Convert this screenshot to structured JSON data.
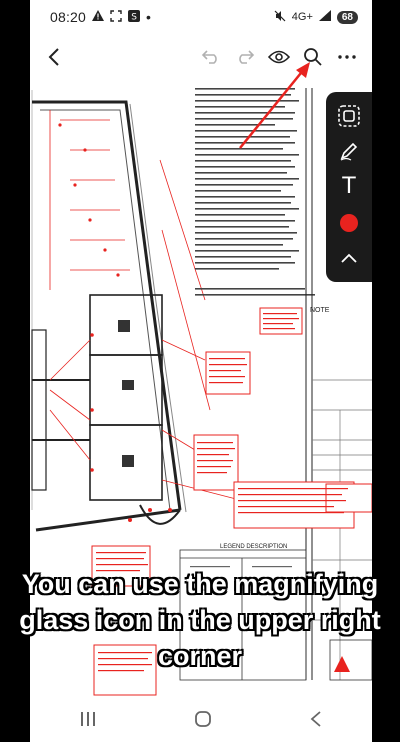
{
  "statusbar": {
    "time": "08:20",
    "icons_left": [
      "warning-icon",
      "screenshot-icon",
      "s-icon"
    ],
    "dot": "•",
    "network": "4G+",
    "battery": "68"
  },
  "toolbar": {
    "icons": [
      "back-icon",
      "undo-icon",
      "redo-icon",
      "eye-icon",
      "search-icon",
      "more-icon"
    ]
  },
  "drawing": {
    "note_title": "NOTE",
    "legend_title": "LEGEND DESCRIPTION"
  },
  "tools": {
    "text_tool": "T",
    "color": "#e8231f"
  },
  "caption": {
    "line1": "You can use the magnifying",
    "line2": "glass icon in the upper right",
    "line3": "corner"
  },
  "colors": {
    "annotation_red": "#e8231f",
    "panel": "#1b1b1b"
  }
}
